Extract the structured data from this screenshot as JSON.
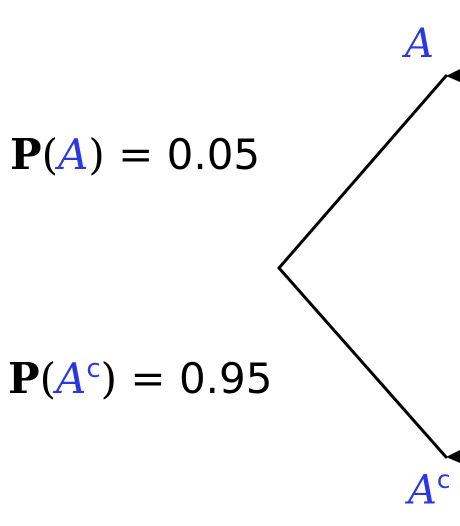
{
  "colors": {
    "event": "#2b37e0",
    "line": "#000000",
    "text": "#000000"
  },
  "branches": [
    {
      "event": "A",
      "complement_sup": "",
      "prob_func": "P",
      "open_paren": "(",
      "close_paren": ")",
      "equals": "=",
      "value": "0.05"
    },
    {
      "event": "A",
      "complement_sup": "c",
      "prob_func": "P",
      "open_paren": "(",
      "close_paren": ")",
      "equals": "=",
      "value": "0.95"
    }
  ],
  "leaves": [
    {
      "event": "A",
      "complement_sup": ""
    },
    {
      "event": "A",
      "complement_sup": "c"
    }
  ]
}
